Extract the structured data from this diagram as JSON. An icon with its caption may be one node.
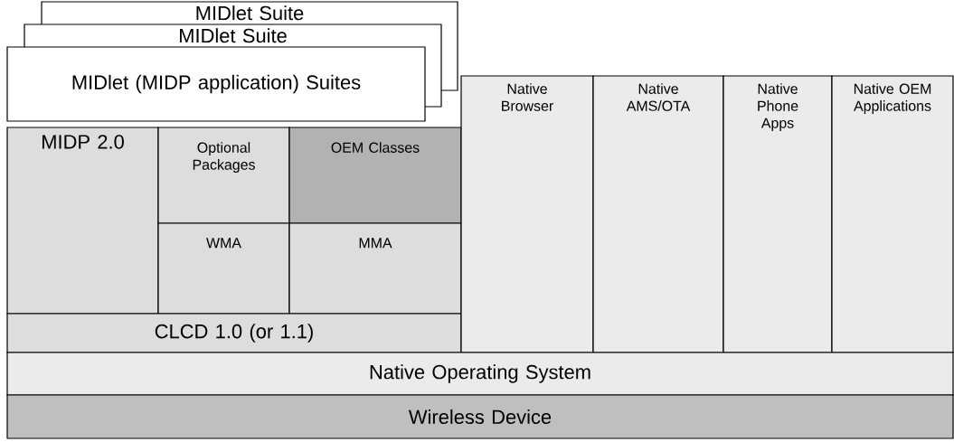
{
  "diagram": {
    "nodes": [
      {
        "text": [
          "MIDlet Suite"
        ]
      },
      {
        "text": [
          "MIDlet Suite"
        ]
      },
      {
        "text": [
          "MIDlet (MIDP application) Suites"
        ]
      },
      {
        "text": [
          "MIDP 2.0"
        ]
      },
      {
        "text": [
          "Optional Packages"
        ]
      },
      {
        "text": [
          "OEM Classes"
        ]
      },
      {
        "text": [
          "WMA"
        ]
      },
      {
        "text": [
          "MMA"
        ]
      },
      {
        "text": [
          "CLCD 1.0 (or 1.1)"
        ]
      },
      {
        "text": [
          "Native Browser"
        ]
      },
      {
        "text": [
          "Native AMS/OTA"
        ]
      },
      {
        "text": [
          "Native Phone Apps"
        ]
      },
      {
        "text": [
          "Native OEM Applications"
        ]
      },
      {
        "text": [
          "Native Operating System"
        ]
      },
      {
        "text": [
          "Wireless Device"
        ]
      }
    ]
  }
}
